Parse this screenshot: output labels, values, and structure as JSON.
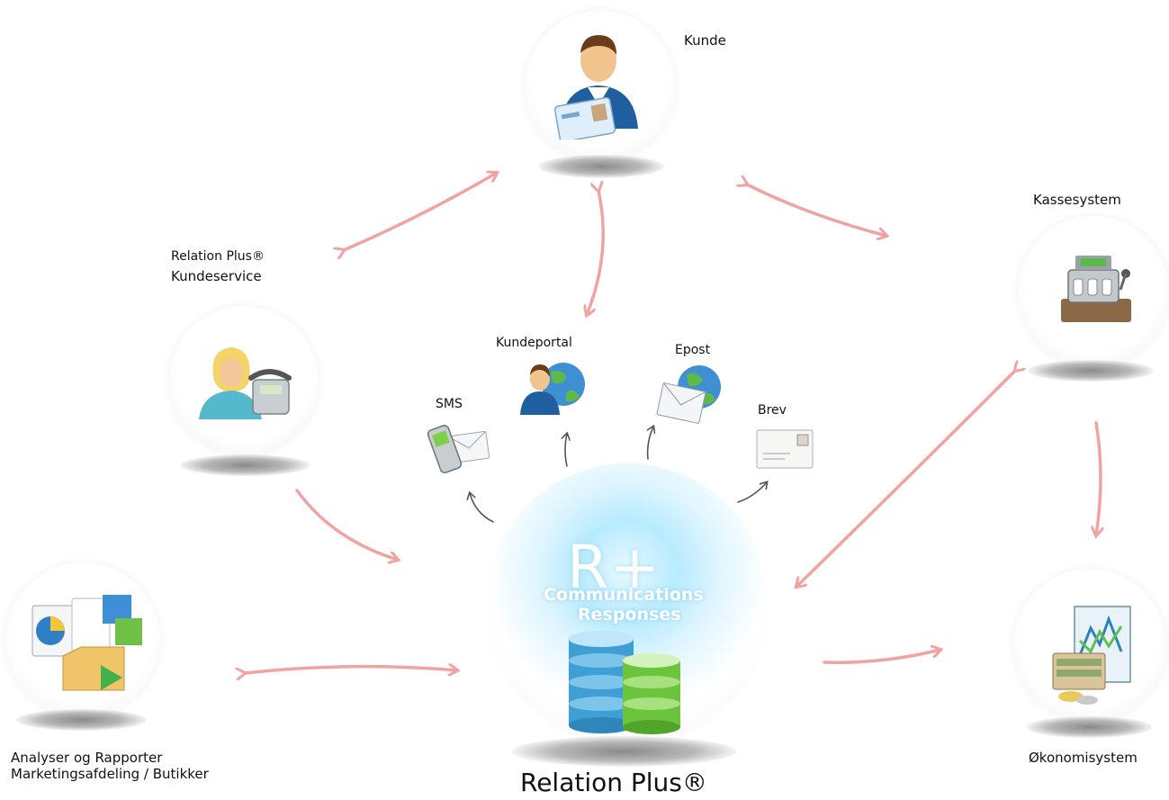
{
  "nodes": {
    "kunde": {
      "label": "Kunde"
    },
    "kassesystem": {
      "label": "Kassesystem"
    },
    "kundeservice": {
      "label_line1": "Relation Plus®",
      "label_line2": "Kundeservice"
    },
    "analyser": {
      "label_line1": "Analyser og Rapporter",
      "label_line2": "Marketingsafdeling / Butikker"
    },
    "okonomi": {
      "label": "Økonomisystem"
    },
    "relationplus": {
      "label": "Relation Plus®",
      "logo_text": "R+",
      "line1": "Communications",
      "line2": "Responses"
    }
  },
  "channels": {
    "sms": {
      "label": "SMS"
    },
    "kundeportal": {
      "label": "Kundeportal"
    },
    "epost": {
      "label": "Epost"
    },
    "brev": {
      "label": "Brev"
    }
  },
  "colors": {
    "arrow": "#f09a97",
    "small_arrow": "#555555",
    "database_blue": "#3f9ed3",
    "database_green": "#6cc43c"
  }
}
